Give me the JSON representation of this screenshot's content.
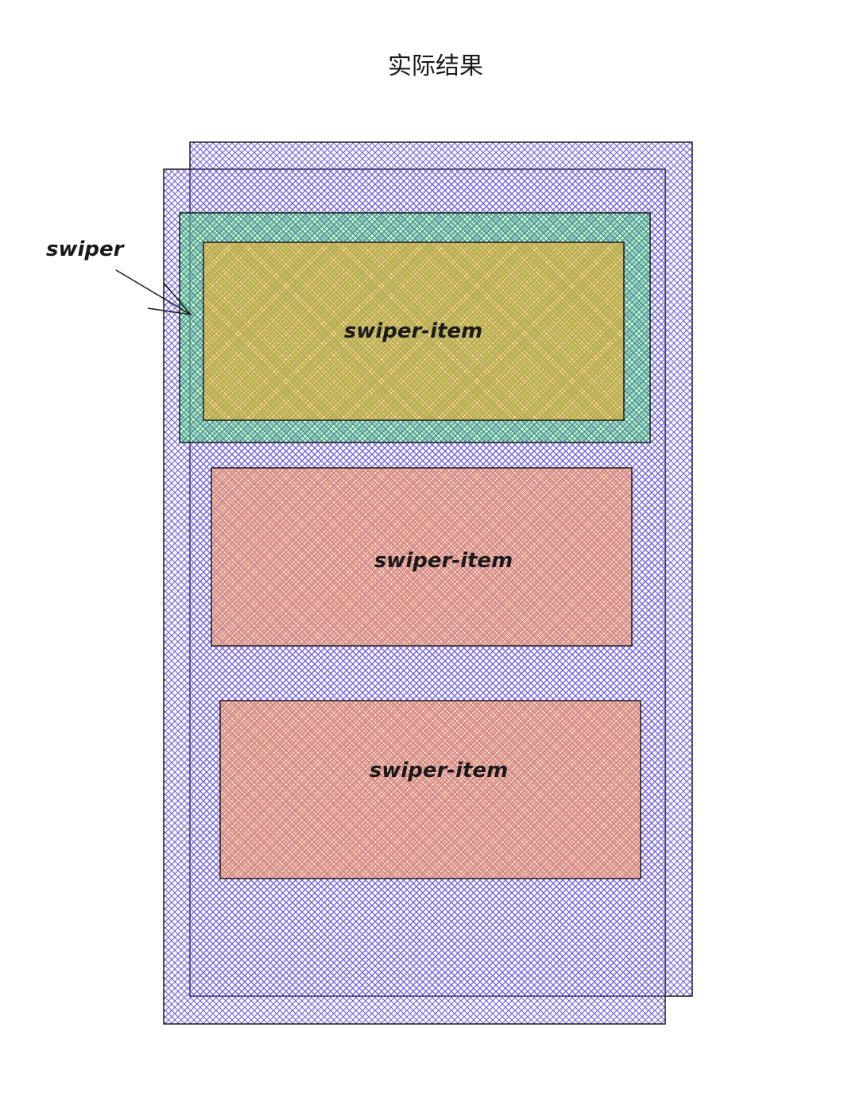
{
  "title": "实际结果",
  "annotation": {
    "label": "swiper"
  },
  "items": [
    {
      "label": "swiper-item"
    },
    {
      "label": "swiper-item"
    },
    {
      "label": "swiper-item"
    }
  ],
  "colors": {
    "outer_frame": "#6c5ce7",
    "swiper": "#27ae60",
    "item_highlight": "#d4a017",
    "item": "#e67e5c",
    "stroke": "#1a1a1a"
  }
}
